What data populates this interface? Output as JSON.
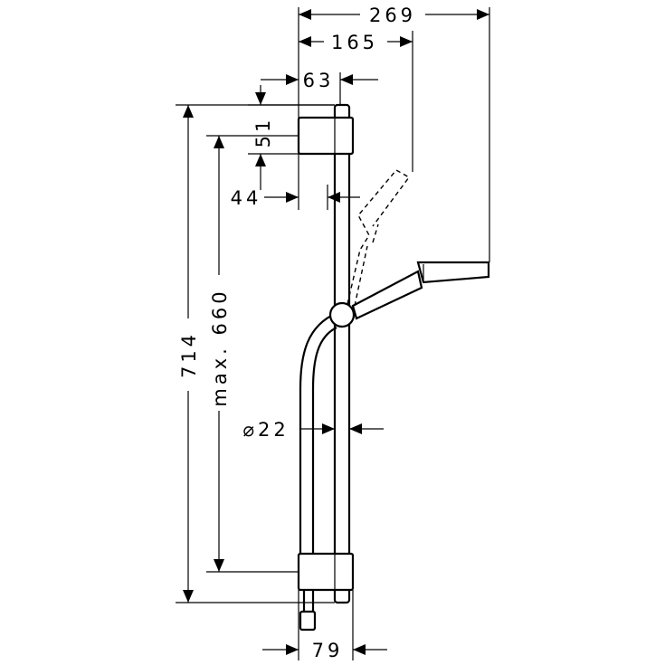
{
  "dimensions": {
    "overall_width": "269",
    "shower_width": "165",
    "wall_offset": "63",
    "bracket_height": "51",
    "rail_offset": "44",
    "rail_height": "714",
    "max_adjust": "max. 660",
    "rail_diameter": "⌀22",
    "bottom_width": "79"
  },
  "colors": {
    "line": "#000000",
    "background": "#ffffff"
  }
}
